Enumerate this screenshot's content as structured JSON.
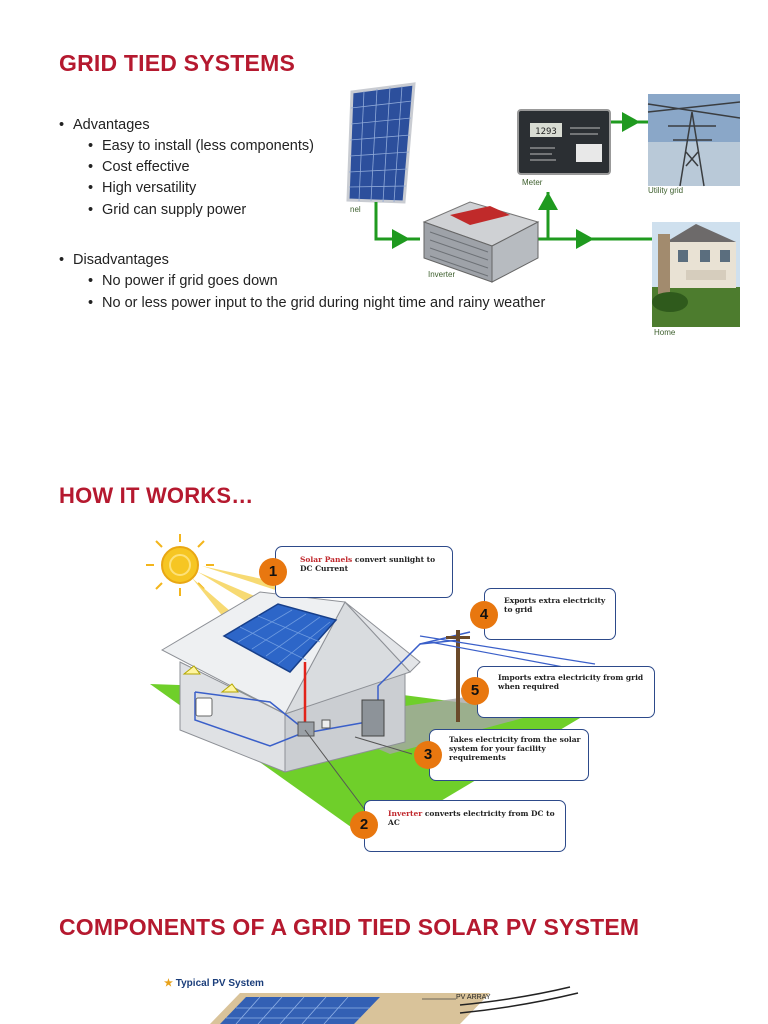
{
  "section1": {
    "title": "GRID TIED SYSTEMS",
    "advantages_label": "Advantages",
    "advantages": [
      "Easy to install (less components)",
      "Cost effective",
      "High versatility",
      "Grid can supply power"
    ],
    "disadvantages_label": "Disadvantages",
    "disadvantages": [
      "No power if grid goes down",
      "No or less power input to the grid during night time and rainy weather"
    ],
    "diagram": {
      "panel_label": "nel",
      "inverter_label": "Inverter",
      "meter_label": "Meter",
      "meter_display": "1293",
      "grid_label": "Utility grid",
      "home_label": "Home"
    }
  },
  "section2": {
    "title": "HOW IT WORKS…",
    "steps": [
      {
        "num": "1",
        "highlight": "Solar Panels",
        "text": " convert sunlight to DC Current"
      },
      {
        "num": "2",
        "highlight": "Inverter",
        "text": " converts electricity from DC to AC"
      },
      {
        "num": "3",
        "highlight": "",
        "text": "Takes electricity from the solar system for your facility requirements"
      },
      {
        "num": "4",
        "highlight": "",
        "text": "Exports extra electricity to grid"
      },
      {
        "num": "5",
        "highlight": "",
        "text": "Imports extra electricity from grid when required"
      }
    ]
  },
  "section3": {
    "title": "COMPONENTS OF A GRID TIED SOLAR PV SYSTEM",
    "figure_title": "Typical PV System",
    "array_label": "PV ARRAY"
  },
  "colors": {
    "heading": "#b5192f",
    "wire": "#1f9a1f",
    "callout_badge": "#e8770f",
    "callout_border": "#2d4a8a"
  }
}
